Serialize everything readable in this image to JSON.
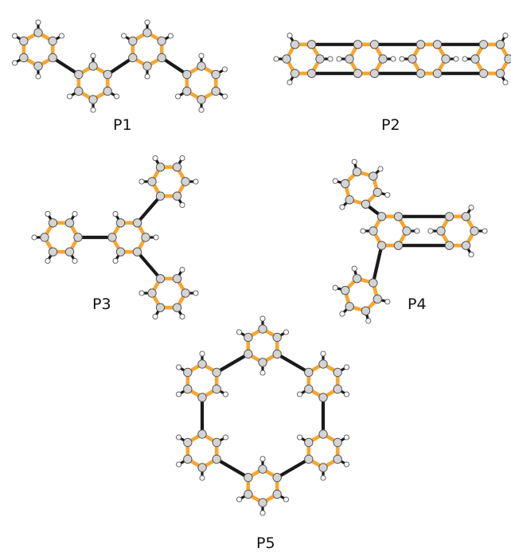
{
  "molecules": [
    {
      "id": "P1",
      "label": "P1"
    },
    {
      "id": "P2",
      "label": "P2"
    },
    {
      "id": "P3",
      "label": "P3"
    },
    {
      "id": "P4",
      "label": "P4"
    },
    {
      "id": "P5",
      "label": "P5"
    }
  ],
  "colors": {
    "aromatic_bond": "#f7a632",
    "single_bond": "#1a1a1a",
    "carbon_fill": "#d4d4d4",
    "hydrogen_fill": "#ffffff",
    "atom_stroke": "#555555"
  }
}
